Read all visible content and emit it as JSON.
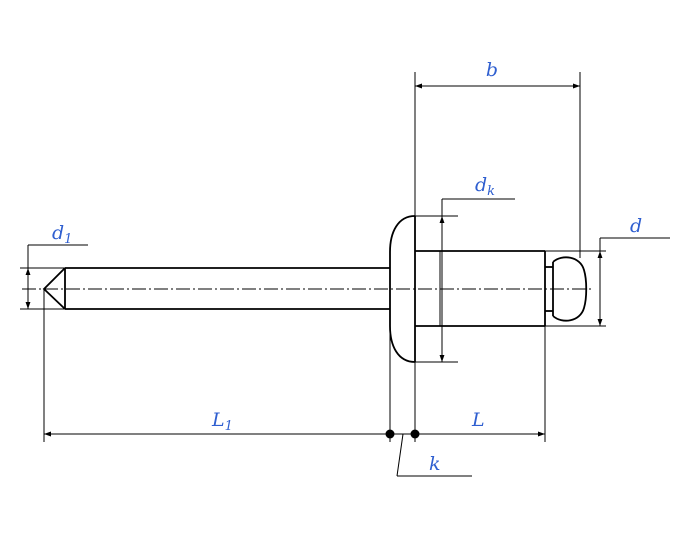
{
  "labels": {
    "b": "b",
    "dk_main": "d",
    "dk_sub": "k",
    "d1_main": "d",
    "d1_sub": "1",
    "d": "d",
    "L1_main": "L",
    "L1_sub": "1",
    "L": "L",
    "k": "k"
  },
  "colors": {
    "label": "#2f5fd0",
    "line": "#000000",
    "background": "#ffffff"
  }
}
